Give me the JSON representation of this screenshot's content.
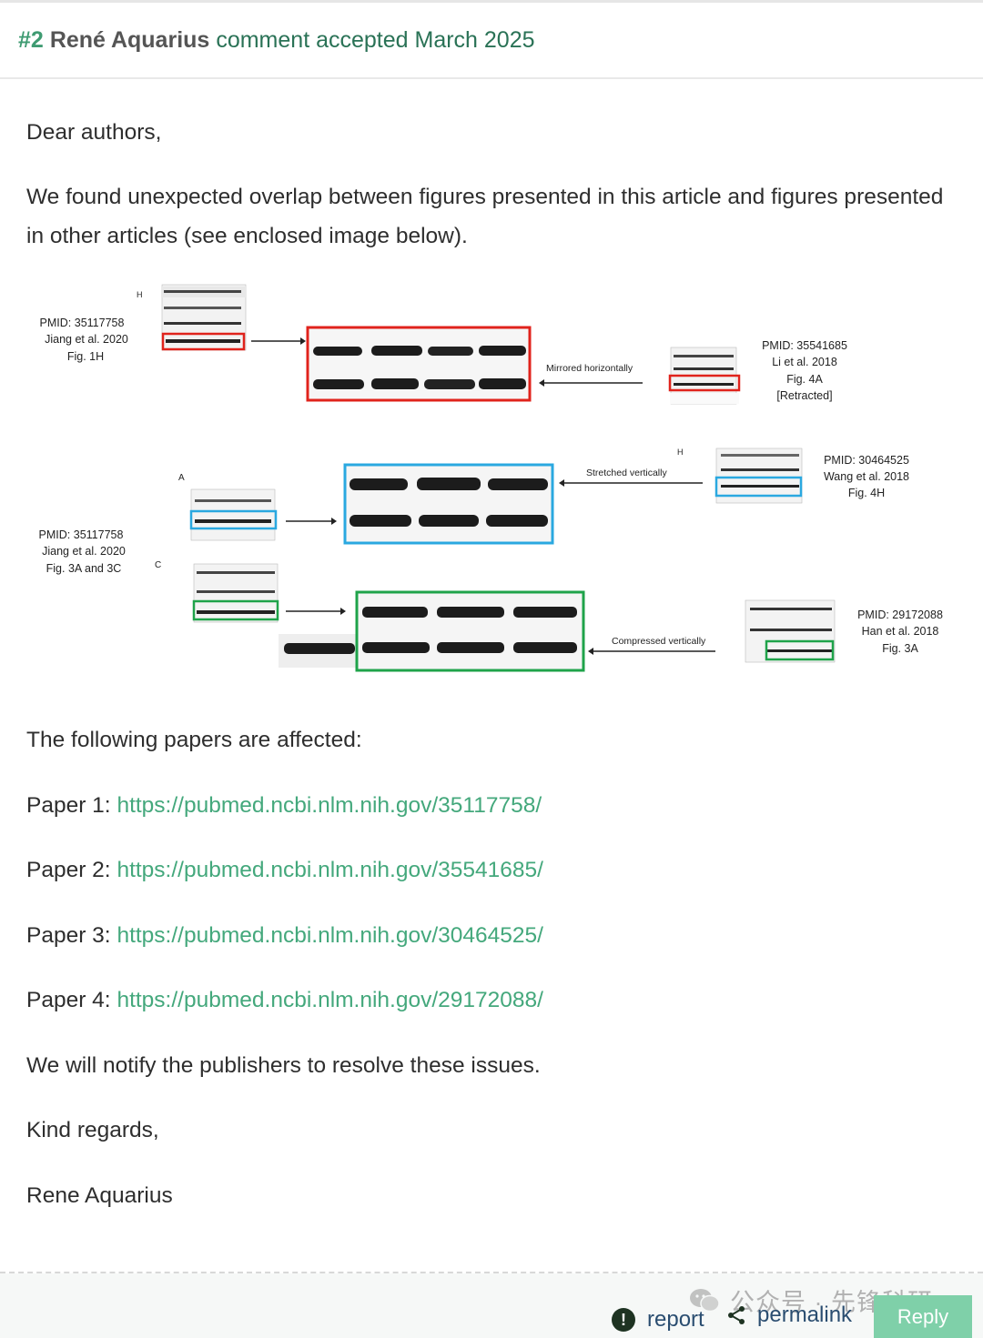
{
  "header": {
    "number": "#2",
    "author": "René Aquarius",
    "rest": "comment accepted March 2025"
  },
  "comment": {
    "greeting": "Dear authors,",
    "intro": "We found unexpected overlap between figures presented in this article and figures presented in other articles (see enclosed image below).",
    "affected": "The following papers are affected:",
    "papers": [
      {
        "label": "Paper 1:",
        "url": "https://pubmed.ncbi.nlm.nih.gov/35117758/"
      },
      {
        "label": "Paper 2:",
        "url": "https://pubmed.ncbi.nlm.nih.gov/35541685/"
      },
      {
        "label": "Paper 3:",
        "url": "https://pubmed.ncbi.nlm.nih.gov/30464525/"
      },
      {
        "label": "Paper 4:",
        "url": "https://pubmed.ncbi.nlm.nih.gov/29172088/"
      }
    ],
    "notify": "We will notify the publishers to resolve these issues.",
    "regards": "Kind regards,",
    "signature": "Rene Aquarius"
  },
  "figure": {
    "left1": [
      "PMID: 35117758",
      "Jiang et al. 2020",
      "Fig. 1H"
    ],
    "right1": [
      "PMID: 35541685",
      "Li et al. 2018",
      "Fig. 4A",
      "[Retracted]"
    ],
    "right2": [
      "PMID: 30464525",
      "Wang et al. 2018",
      "Fig. 4H"
    ],
    "left2": [
      "PMID: 35117758",
      "Jiang et al. 2020",
      "Fig. 3A and 3C"
    ],
    "right3": [
      "PMID: 29172088",
      "Han et al. 2018",
      "Fig. 3A"
    ],
    "arrow1": "Mirrored horizontally",
    "arrow2": "Stretched vertically",
    "arrow3": "Compressed vertically",
    "panel_h": "H",
    "panel_a": "A",
    "panel_c": "C",
    "colors": {
      "red": "#e0231c",
      "blue": "#2aa8e0",
      "green": "#1fa34a"
    }
  },
  "footer": {
    "report": "report",
    "permalink": "permalink",
    "reply": "Reply",
    "watermark": "公众号 · 先锋科研"
  }
}
